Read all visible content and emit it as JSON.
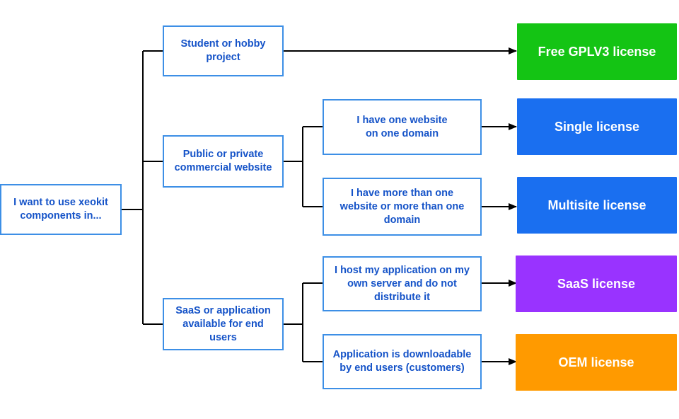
{
  "diagram": {
    "root": {
      "label": "I want to use xeokit components in..."
    },
    "categories": [
      {
        "id": "student",
        "label": "Student or hobby project"
      },
      {
        "id": "website",
        "label": "Public or private commercial website"
      },
      {
        "id": "saas",
        "label": "SaaS or application available for end users"
      }
    ],
    "conditions": [
      {
        "id": "one-site",
        "label": "I have one website on one domain"
      },
      {
        "id": "multi-site",
        "label": "I have more than one website or more than one domain"
      },
      {
        "id": "self-host",
        "label": "I host my application on my own server and do not distribute it"
      },
      {
        "id": "downloadable",
        "label": "Application is downloadable by end users (customers)"
      }
    ],
    "licenses": [
      {
        "id": "gplv3",
        "label": "Free GPLV3 license",
        "color": "#14c414"
      },
      {
        "id": "single",
        "label": "Single license",
        "color": "#1a6ff0"
      },
      {
        "id": "multisite",
        "label": "Multisite license",
        "color": "#1a6ff0"
      },
      {
        "id": "saas",
        "label": "SaaS license",
        "color": "#9933ff"
      },
      {
        "id": "oem",
        "label": "OEM license",
        "color": "#ff9a00"
      }
    ],
    "edges": [
      [
        "root",
        "student"
      ],
      [
        "root",
        "website"
      ],
      [
        "root",
        "saas"
      ],
      [
        "student",
        "gplv3"
      ],
      [
        "website",
        "one-site"
      ],
      [
        "website",
        "multi-site"
      ],
      [
        "saas",
        "self-host"
      ],
      [
        "saas",
        "downloadable"
      ],
      [
        "one-site",
        "single"
      ],
      [
        "multi-site",
        "multisite"
      ],
      [
        "self-host",
        "saas-license"
      ],
      [
        "downloadable",
        "oem"
      ]
    ],
    "colors": {
      "node_border": "#3d8fe6",
      "node_text": "#1553c8",
      "connector": "#000000"
    }
  }
}
